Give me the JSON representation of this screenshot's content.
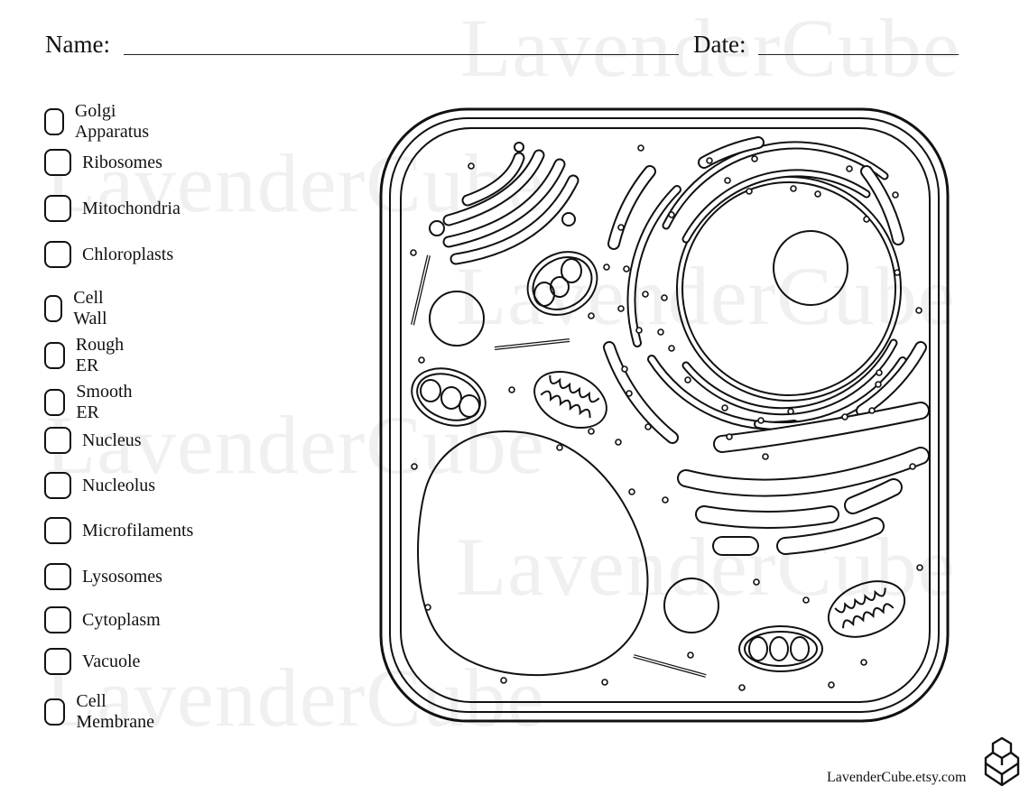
{
  "header": {
    "name_label": "Name:",
    "date_label": "Date:"
  },
  "checklist": {
    "items": [
      "Golgi Apparatus",
      "Ribosomes",
      "Mitochondria",
      "Chloroplasts",
      "Cell Wall",
      "Rough ER",
      "Smooth ER",
      "Nucleus",
      "Nucleolus",
      "Microfilaments",
      "Lysosomes",
      "Cytoplasm",
      "Vacuole",
      "Cell Membrane"
    ]
  },
  "watermark": {
    "text": "LavenderCube"
  },
  "footer": {
    "site": "LavenderCube.etsy.com"
  },
  "logo": {
    "icon": "cube-stack-logo-icon"
  }
}
